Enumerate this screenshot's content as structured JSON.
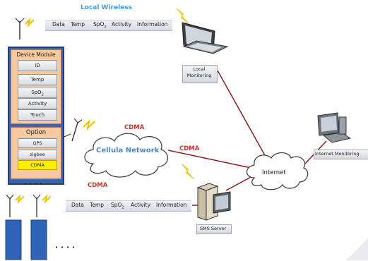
{
  "local_wireless_label": "Local Wireless",
  "top_bar": {
    "data": "Data",
    "temp": "Temp",
    "spo2": "SpO",
    "spo2_sub": "2",
    "activity": "Activity",
    "information": "Information"
  },
  "bottom_bar": {
    "data": "Data",
    "temp": "Temp",
    "spo2": "SpO",
    "spo2_sub": "2",
    "activity": "Activity",
    "information": "Information"
  },
  "device_module": {
    "title": "Device Module",
    "items": [
      "ID",
      "Temp",
      "SpO",
      "Activity",
      "Touch"
    ],
    "spo2_sub": "2"
  },
  "option": {
    "title": "Option",
    "items": [
      "GPS",
      "zigbee",
      "CDMA"
    ]
  },
  "cdma_labels": [
    "CDMA",
    "CDMA",
    "CDMA"
  ],
  "cellular_network": "Cellula Network",
  "internet": "Internet",
  "local_monitoring": "Local\nMonitoring",
  "internet_monitoring": "Internet Monitoring",
  "sms_server": "SMS Server",
  "ellipsis_top": "· · · ·",
  "ellipsis_bottom": "· · · ·",
  "colors": {
    "link": "#8b1c1c",
    "cdma": "#c0392b",
    "blue_title": "#4a86c8",
    "module_border": "#2f4f8f",
    "module_fill": "#f7c79b"
  }
}
